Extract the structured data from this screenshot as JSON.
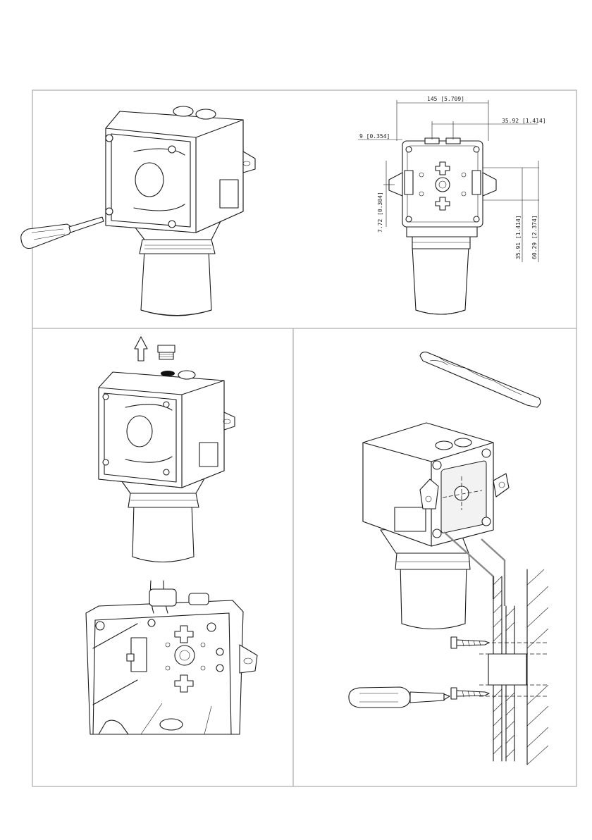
{
  "dimensions": {
    "width_total": "145 [5.709]",
    "gland_spacing": "35.92 [1.414]",
    "flange_offset": "9 [0.354]",
    "lug_height": "7.72 [0.304]",
    "vert_spacing_a": "35.91 [1.414]",
    "vert_spacing_b": "60.29 [2.374]"
  },
  "colors": {
    "line": "#1a1a1a",
    "panel_border": "#9a9a9a",
    "leader": "#8a8a8a"
  }
}
